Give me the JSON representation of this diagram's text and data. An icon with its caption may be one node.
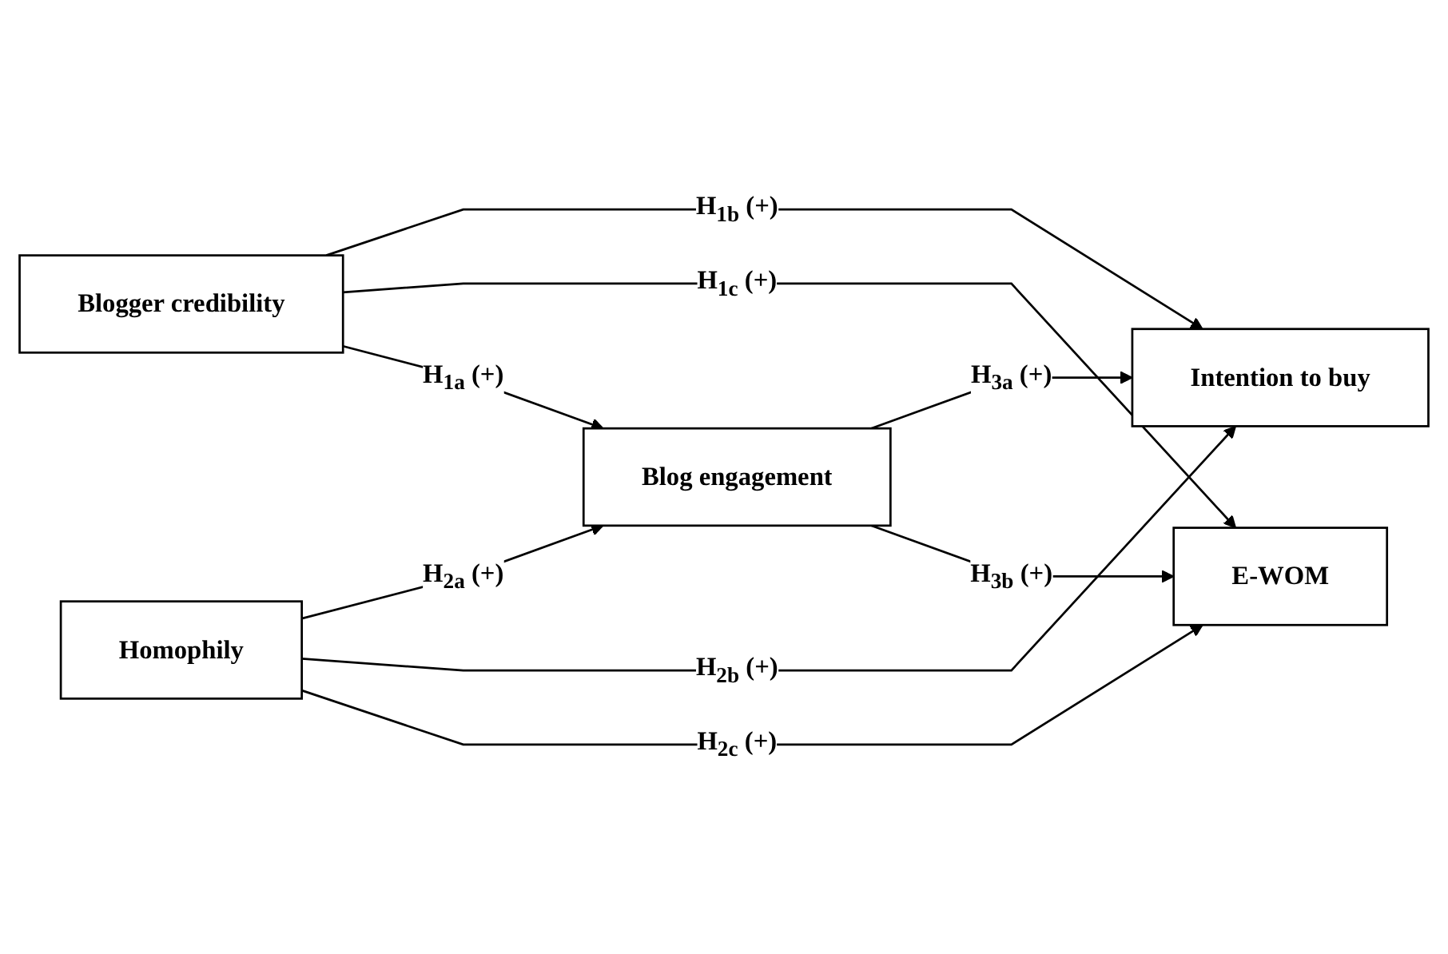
{
  "diagram": {
    "nodes": [
      {
        "text": [
          "Blogger credibility"
        ]
      },
      {
        "text": [
          "Blog engagement"
        ]
      },
      {
        "text": [
          "Homophily"
        ]
      },
      {
        "text": [
          "Intention to buy"
        ]
      },
      {
        "text": [
          "E-WOM"
        ]
      }
    ],
    "edges": [
      {
        "from": 0,
        "to": 3,
        "arrow": "to",
        "label": "H$_{1b}$ (+)"
      },
      {
        "from": 0,
        "to": 4,
        "arrow": "to",
        "label": "H$_{1c}$ (+)"
      },
      {
        "from": 0,
        "to": 1,
        "arrow": "to",
        "label": "H$_{1a}$ (+)"
      },
      {
        "from": 1,
        "to": 3,
        "arrow": "to",
        "label": "H$_{3a}$ (+)"
      },
      {
        "from": 1,
        "to": 4,
        "arrow": "to",
        "label": "H$_{3b}$ (+)"
      },
      {
        "from": 2,
        "to": 1,
        "arrow": "to",
        "label": "H$_{2a}$ (+)"
      },
      {
        "from": 2,
        "to": 3,
        "arrow": "to",
        "label": "H$_{2b}$ (+)"
      },
      {
        "from": 2,
        "to": 4,
        "arrow": "to",
        "label": "H$_{2c}$ (+)"
      }
    ]
  }
}
